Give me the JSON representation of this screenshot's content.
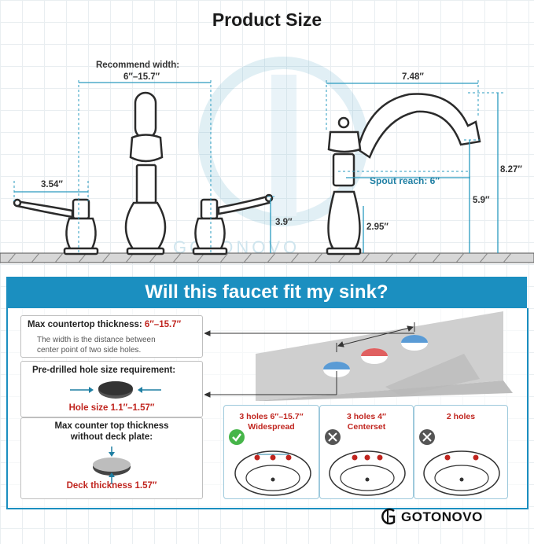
{
  "title": "Product Size",
  "dimensions": {
    "recommend_width_label": "Recommend width:",
    "recommend_width_value": "6″–15.7″",
    "handle_width": "3.54″",
    "handle_height": "3.9″",
    "spout_length": "7.48″",
    "total_height": "8.27″",
    "spout_height": "5.9″",
    "spout_reach": "Spout reach: 6″",
    "body_height": "2.95″"
  },
  "watermark": "GOTONOVO",
  "banner": "Will this faucet fit my sink?",
  "info": {
    "countertop_label": "Max countertop thickness:",
    "countertop_value": "6″–15.7″",
    "countertop_note_1": "The width is the distance between",
    "countertop_note_2": "center point of two side holes.",
    "hole_title": "Pre-drilled hole size requirement:",
    "hole_size": "Hole size 1.1″–1.57″",
    "deck_title_1": "Max counter top thickness",
    "deck_title_2": "without deck plate:",
    "deck_thickness": "Deck thickness 1.57″"
  },
  "sinks": [
    {
      "line1": "3 holes 6″–15.7″",
      "line2": "Widespread",
      "fits": true
    },
    {
      "line1": "3 holes 4″",
      "line2": "Centerset",
      "fits": false
    },
    {
      "line1": "2 holes",
      "line2": "",
      "fits": false
    }
  ],
  "colors": {
    "accent": "#1b8fc0",
    "red": "#c0251f",
    "green": "#46b549",
    "dark": "#333333",
    "guide": "#2a9bbf"
  },
  "brand": "GOTONOVO"
}
